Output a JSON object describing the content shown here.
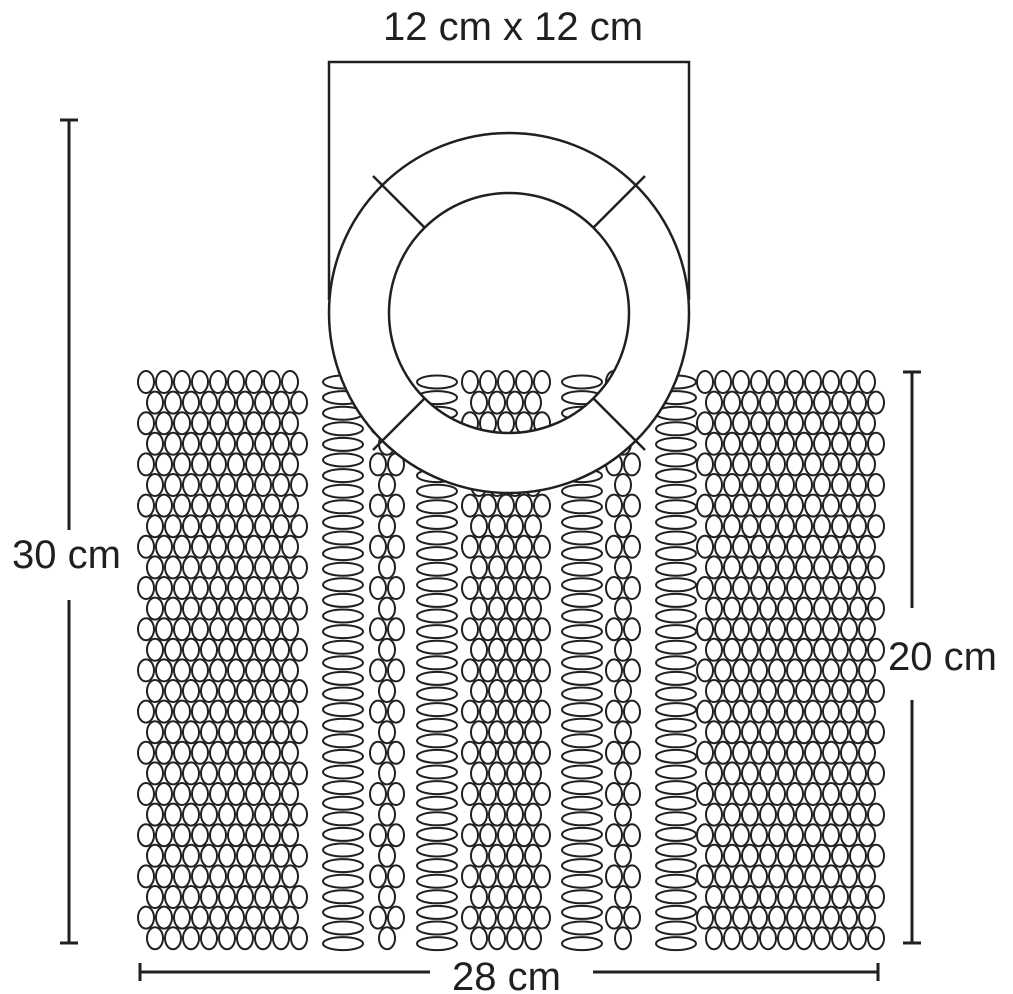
{
  "labels": {
    "handle_size": "12 cm x 12 cm",
    "total_height": "30 cm",
    "body_height": "20 cm",
    "width": "28 cm"
  },
  "colors": {
    "ink": "#231f20",
    "background": "#ffffff"
  },
  "dimensions_cm": {
    "handle_width": 12,
    "handle_height": 12,
    "total_height": 30,
    "body_height": 20,
    "body_width": 28
  }
}
